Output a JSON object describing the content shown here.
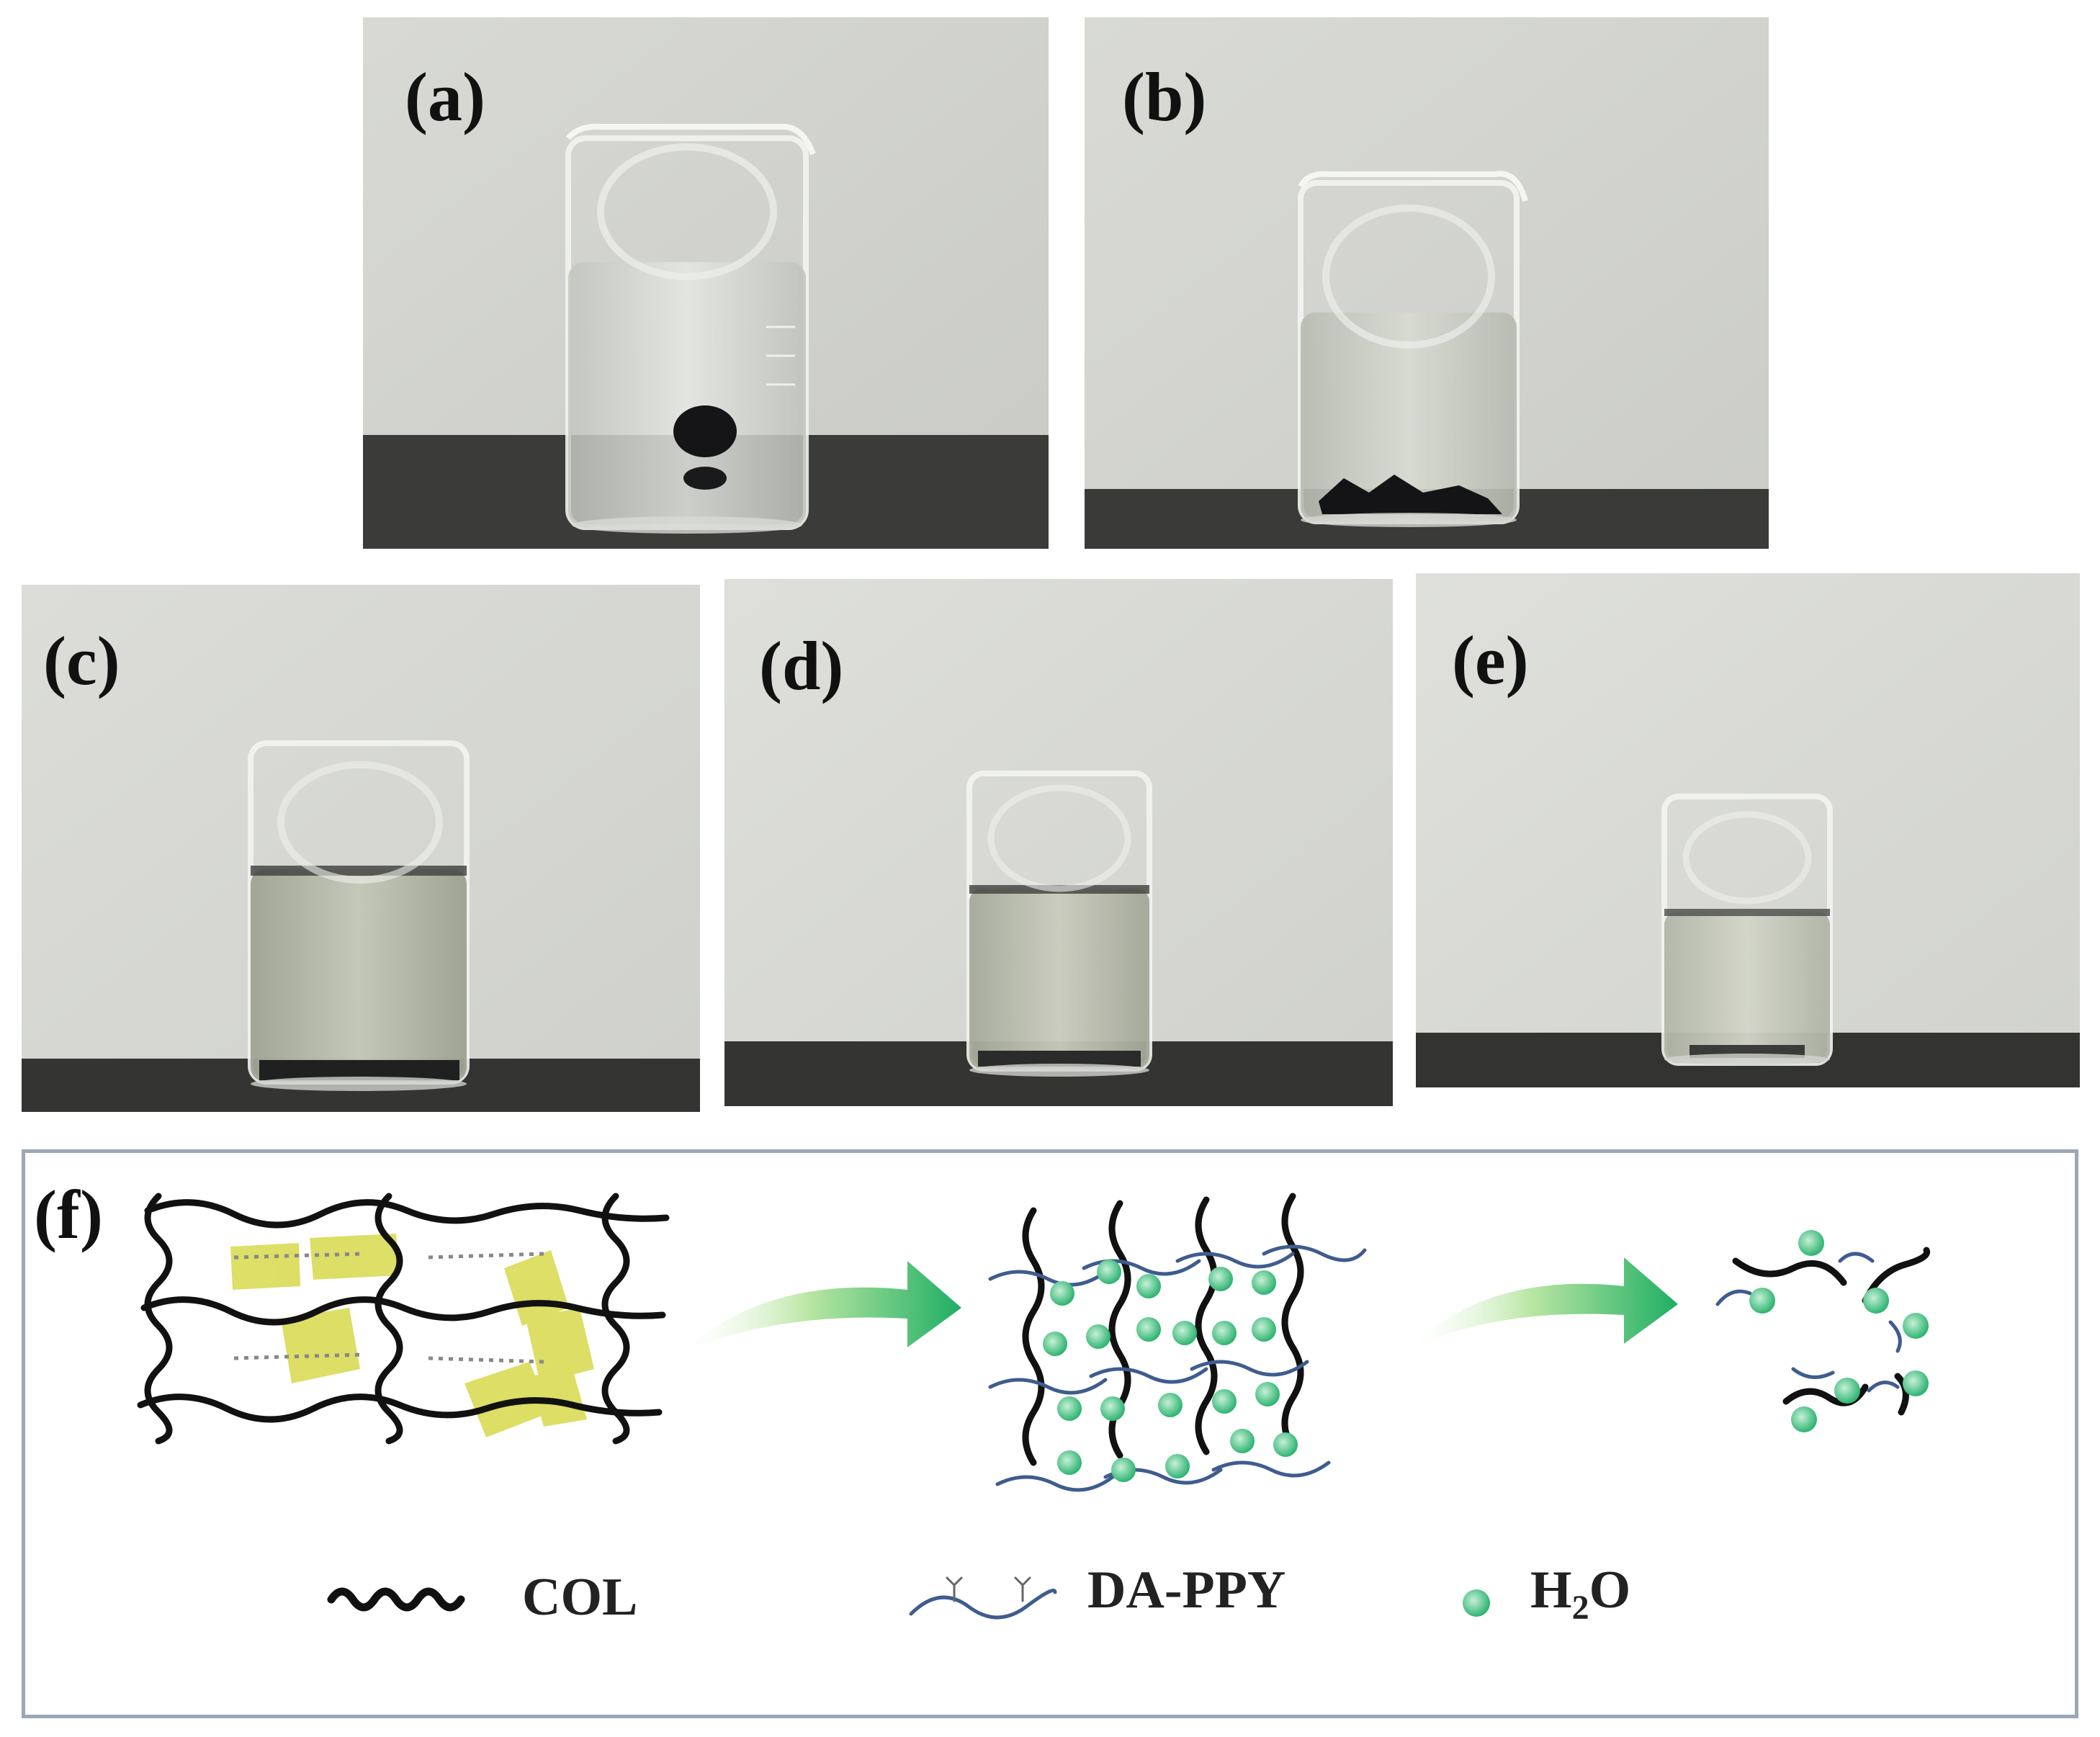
{
  "panels": {
    "a": {
      "label": "(a)"
    },
    "b": {
      "label": "(b)"
    },
    "c": {
      "label": "(c)"
    },
    "d": {
      "label": "(d)"
    },
    "e": {
      "label": "(e)"
    },
    "f": {
      "label": "(f)"
    }
  },
  "legend": {
    "col": "COL",
    "dappy": "DA-PPY",
    "h2o_prefix": "H",
    "h2o_sub": "2",
    "h2o_suffix": "O"
  },
  "colors": {
    "wall": "#d4d5d0",
    "bench": "#3a3b39",
    "liquid": "#c6cabb",
    "polymer_black": "#111111",
    "dappy_blue": "#3f5c8f",
    "water_green": "#56c98b",
    "collagen_yellow": "#d6d84a",
    "frame": "#9aa7b6"
  }
}
